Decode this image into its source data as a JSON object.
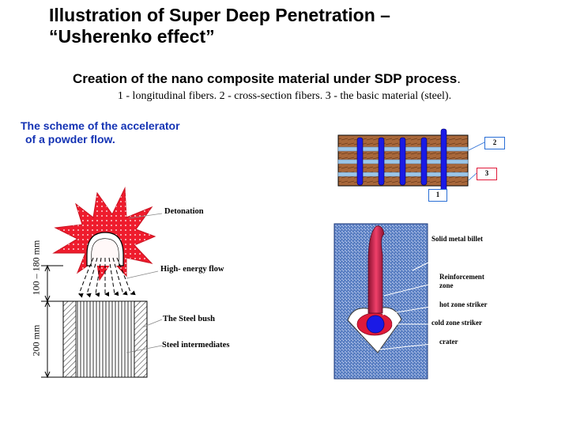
{
  "slide": {
    "title_line1": "Illustration of Super Deep Penetration –",
    "title_line2": "“Usherenko effect”",
    "subtitle": "Creation of the nano composite material under SDP process",
    "subtitle_end": ".",
    "caption": "1 - longitudinal fibers. 2 - cross-section fibers. 3 - the basic material (steel).",
    "scheme_line1": "The scheme of the accelerator",
    "scheme_line2": "of a powder flow."
  },
  "accelerator": {
    "detonation": "Detonation",
    "high_energy_flow": "High- energy flow",
    "steel_bush": "The Steel bush",
    "steel_intermediates": "Steel intermediates",
    "dim_upper": "100 – 180 mm",
    "dim_lower": "200 mm"
  },
  "fibers": {
    "label_2": "2",
    "label_3": "3",
    "label_1": "1"
  },
  "billet": {
    "solid_metal_billet": "Solid metal billet",
    "reinforcement_zone_1": "Reinforcement",
    "reinforcement_zone_2": "zone",
    "hot_zone_striker": "hot zone  striker",
    "cold_zone_striker": "cold zone  striker",
    "crater": "crater"
  },
  "colors": {
    "title": "#000000",
    "scheme_text": "#1433b4",
    "burst": "#ee1c2d",
    "fiber_blue": "#1a1ae6",
    "brown": "#b0703a",
    "billet_blue": "#4a72b8",
    "channel_red": "#d81a3a"
  }
}
